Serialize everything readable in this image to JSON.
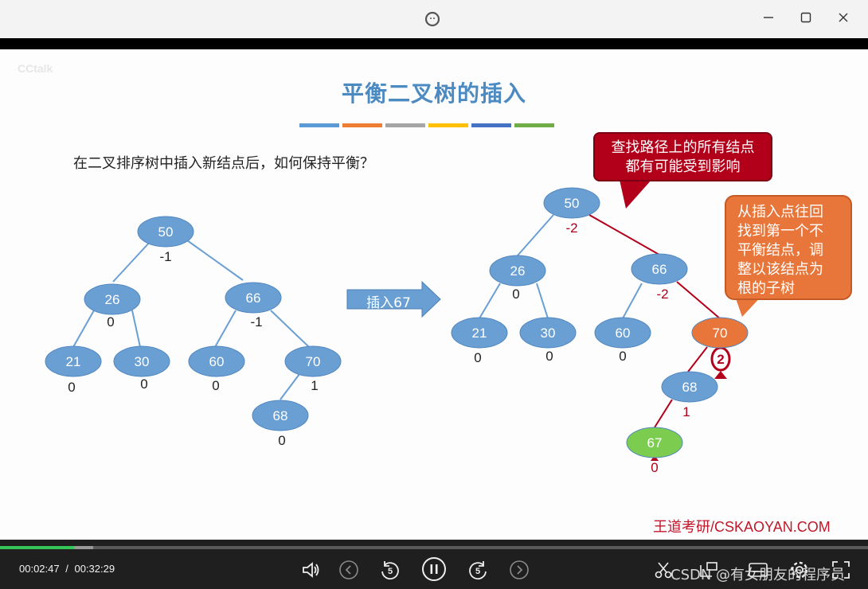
{
  "window": {
    "app_icon": "loading-face-icon",
    "controls": [
      "minimize-icon",
      "maximize-icon",
      "close-icon"
    ]
  },
  "slide": {
    "watermark": "CCtalk",
    "title": "平衡二叉树的插入",
    "title_bar_colors": [
      "#5b9bd5",
      "#ed7d31",
      "#a5a5a5",
      "#ffc000",
      "#4472c4",
      "#70ad47"
    ],
    "question": "在二叉排序树中插入新结点后，如何保持平衡？",
    "arrow_label": "插入67",
    "callout_path": [
      "查找路径上的所有结点",
      "都有可能受到影响"
    ],
    "callout_fix": [
      "从插入点往回",
      "找到第一个不",
      "平衡结点，调",
      "整以该结点为",
      "根的子树"
    ],
    "brand": "王道考研/CSKAOYAN.COM",
    "colors": {
      "node_blue": "#6a9fd4",
      "node_orange": "#e8763a",
      "node_green": "#7ccd4f",
      "accent_red": "#b2001b"
    },
    "left_tree": {
      "nodes": [
        {
          "id": "50",
          "bf": "-1"
        },
        {
          "id": "26",
          "bf": "0"
        },
        {
          "id": "66",
          "bf": "-1"
        },
        {
          "id": "21",
          "bf": "0"
        },
        {
          "id": "30",
          "bf": "0"
        },
        {
          "id": "60",
          "bf": "0"
        },
        {
          "id": "70",
          "bf": "1"
        },
        {
          "id": "68",
          "bf": "0"
        }
      ]
    },
    "right_tree": {
      "nodes": [
        {
          "id": "50",
          "bf": "-2"
        },
        {
          "id": "26",
          "bf": "0"
        },
        {
          "id": "66",
          "bf": "-2"
        },
        {
          "id": "21",
          "bf": "0"
        },
        {
          "id": "30",
          "bf": "0"
        },
        {
          "id": "60",
          "bf": "0"
        },
        {
          "id": "70",
          "bf": "2"
        },
        {
          "id": "68",
          "bf": "1"
        },
        {
          "id": "67",
          "bf": "0"
        }
      ]
    }
  },
  "player": {
    "current_time": "00:02:47",
    "separator": "/",
    "total_time": "00:32:29",
    "progress_fraction": 0.0857,
    "buffered_fraction": 0.107,
    "controls": [
      "volume-icon",
      "previous-icon",
      "rewind-5-icon",
      "pause-icon",
      "forward-5-icon",
      "next-icon",
      "clip-icon",
      "pip-icon",
      "caption-icon",
      "settings-icon",
      "fullscreen-icon"
    ],
    "overlay_watermark": "CSDN @有女朋友的程序员"
  }
}
